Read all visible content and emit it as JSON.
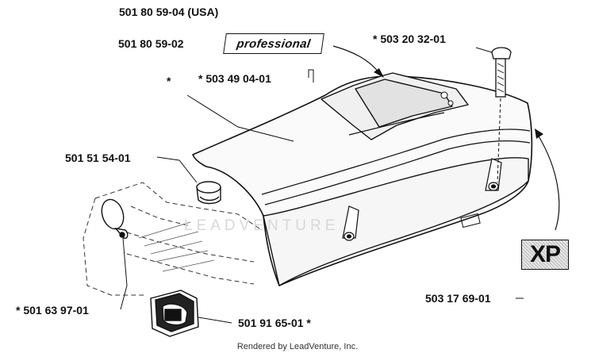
{
  "labels": {
    "cover_usa": "501 80 59-04 (USA)",
    "cover": "501 80 59-02",
    "decal": "* 503 49 04-01",
    "bolt": "* 503 20 32-01",
    "cap": "501 51 54-01",
    "xp_decal": "503 17 69-01",
    "clip": "* 501 63 97-01",
    "bracket": "501 91 65-01 *",
    "left_star": "*"
  },
  "badges": {
    "professional": "professional",
    "xp": "XP"
  },
  "watermark": "LEADVENTURE",
  "footer": "Rendered by LeadVenture, Inc."
}
